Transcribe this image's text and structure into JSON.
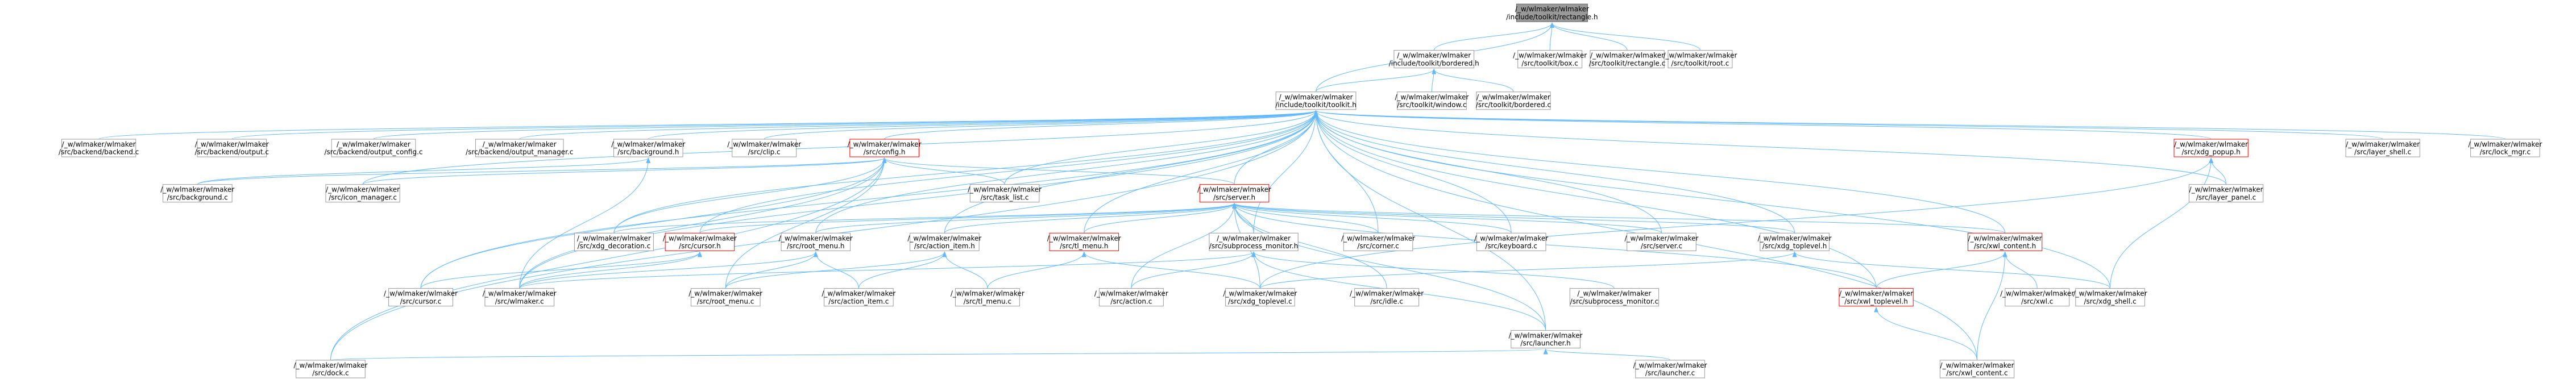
{
  "nodes": [
    {
      "id": "rectangle_h",
      "lines": [
        "/_w/wlmaker/wlmaker",
        "/include/toolkit/rectangle.h"
      ],
      "style": "root"
    },
    {
      "id": "bordered_h",
      "lines": [
        "/_w/wlmaker/wlmaker",
        "/include/toolkit/bordered.h"
      ],
      "style": "normal"
    },
    {
      "id": "box_c",
      "lines": [
        "/_w/wlmaker/wlmaker",
        "/src/toolkit/box.c"
      ],
      "style": "normal"
    },
    {
      "id": "rectangle_c",
      "lines": [
        "/_w/wlmaker/wlmaker",
        "/src/toolkit/rectangle.c"
      ],
      "style": "normal"
    },
    {
      "id": "root_c",
      "lines": [
        "/_w/wlmaker/wlmaker",
        "/src/toolkit/root.c"
      ],
      "style": "normal"
    },
    {
      "id": "toolkit_h",
      "lines": [
        "/_w/wlmaker/wlmaker",
        "/include/toolkit/toolkit.h"
      ],
      "style": "normal"
    },
    {
      "id": "window_c",
      "lines": [
        "/_w/wlmaker/wlmaker",
        "/src/toolkit/window.c"
      ],
      "style": "normal"
    },
    {
      "id": "bordered_c",
      "lines": [
        "/_w/wlmaker/wlmaker",
        "/src/toolkit/bordered.c"
      ],
      "style": "normal"
    },
    {
      "id": "backend_c",
      "lines": [
        "/_w/wlmaker/wlmaker",
        "/src/backend/backend.c"
      ],
      "style": "normal"
    },
    {
      "id": "output_c",
      "lines": [
        "/_w/wlmaker/wlmaker",
        "/src/backend/output.c"
      ],
      "style": "normal"
    },
    {
      "id": "output_config_c",
      "lines": [
        "/_w/wlmaker/wlmaker",
        "/src/backend/output_config.c"
      ],
      "style": "normal"
    },
    {
      "id": "output_manager_c",
      "lines": [
        "/_w/wlmaker/wlmaker",
        "/src/backend/output_manager.c"
      ],
      "style": "normal"
    },
    {
      "id": "background_h",
      "lines": [
        "/_w/wlmaker/wlmaker",
        "/src/background.h"
      ],
      "style": "normal"
    },
    {
      "id": "clip_c",
      "lines": [
        "/_w/wlmaker/wlmaker",
        "/src/clip.c"
      ],
      "style": "normal"
    },
    {
      "id": "config_h",
      "lines": [
        "/_w/wlmaker/wlmaker",
        "/src/config.h"
      ],
      "style": "red"
    },
    {
      "id": "xdg_popup_h",
      "lines": [
        "/_w/wlmaker/wlmaker",
        "/src/xdg_popup.h"
      ],
      "style": "red"
    },
    {
      "id": "layer_shell_c",
      "lines": [
        "/_w/wlmaker/wlmaker",
        "/src/layer_shell.c"
      ],
      "style": "normal"
    },
    {
      "id": "lock_mgr_c",
      "lines": [
        "/_w/wlmaker/wlmaker",
        "/src/lock_mgr.c"
      ],
      "style": "normal"
    },
    {
      "id": "background_c",
      "lines": [
        "/_w/wlmaker/wlmaker",
        "/src/background.c"
      ],
      "style": "normal"
    },
    {
      "id": "icon_manager_c",
      "lines": [
        "/_w/wlmaker/wlmaker",
        "/src/icon_manager.c"
      ],
      "style": "normal"
    },
    {
      "id": "task_list_c",
      "lines": [
        "/_w/wlmaker/wlmaker",
        "/src/task_list.c"
      ],
      "style": "normal"
    },
    {
      "id": "server_h",
      "lines": [
        "/_w/wlmaker/wlmaker",
        "/src/server.h"
      ],
      "style": "red"
    },
    {
      "id": "layer_panel_c",
      "lines": [
        "/_w/wlmaker/wlmaker",
        "/src/layer_panel.c"
      ],
      "style": "normal"
    },
    {
      "id": "xdg_decoration_c",
      "lines": [
        "/_w/wlmaker/wlmaker",
        "/src/xdg_decoration.c"
      ],
      "style": "normal"
    },
    {
      "id": "cursor_h",
      "lines": [
        "/_w/wlmaker/wlmaker",
        "/src/cursor.h"
      ],
      "style": "red"
    },
    {
      "id": "root_menu_h",
      "lines": [
        "/_w/wlmaker/wlmaker",
        "/src/root_menu.h"
      ],
      "style": "normal"
    },
    {
      "id": "action_item_h",
      "lines": [
        "/_w/wlmaker/wlmaker",
        "/src/action_item.h"
      ],
      "style": "normal"
    },
    {
      "id": "tl_menu_h",
      "lines": [
        "/_w/wlmaker/wlmaker",
        "/src/tl_menu.h"
      ],
      "style": "red"
    },
    {
      "id": "subprocess_monitor_h",
      "lines": [
        "/_w/wlmaker/wlmaker",
        "/src/subprocess_monitor.h"
      ],
      "style": "normal"
    },
    {
      "id": "corner_c",
      "lines": [
        "/_w/wlmaker/wlmaker",
        "/src/corner.c"
      ],
      "style": "normal"
    },
    {
      "id": "keyboard_c",
      "lines": [
        "/_w/wlmaker/wlmaker",
        "/src/keyboard.c"
      ],
      "style": "normal"
    },
    {
      "id": "server_c",
      "lines": [
        "/_w/wlmaker/wlmaker",
        "/src/server.c"
      ],
      "style": "normal"
    },
    {
      "id": "xdg_toplevel_h",
      "lines": [
        "/_w/wlmaker/wlmaker",
        "/src/xdg_toplevel.h"
      ],
      "style": "normal"
    },
    {
      "id": "xwl_content_h",
      "lines": [
        "/_w/wlmaker/wlmaker",
        "/src/xwl_content.h"
      ],
      "style": "red"
    },
    {
      "id": "cursor_c",
      "lines": [
        "/_w/wlmaker/wlmaker",
        "/src/cursor.c"
      ],
      "style": "normal"
    },
    {
      "id": "wlmaker_c",
      "lines": [
        "/_w/wlmaker/wlmaker",
        "/src/wlmaker.c"
      ],
      "style": "normal"
    },
    {
      "id": "root_menu_c",
      "lines": [
        "/_w/wlmaker/wlmaker",
        "/src/root_menu.c"
      ],
      "style": "normal"
    },
    {
      "id": "action_item_c",
      "lines": [
        "/_w/wlmaker/wlmaker",
        "/src/action_item.c"
      ],
      "style": "normal"
    },
    {
      "id": "tl_menu_c",
      "lines": [
        "/_w/wlmaker/wlmaker",
        "/src/tl_menu.c"
      ],
      "style": "normal"
    },
    {
      "id": "action_c",
      "lines": [
        "/_w/wlmaker/wlmaker",
        "/src/action.c"
      ],
      "style": "normal"
    },
    {
      "id": "xdg_toplevel_c",
      "lines": [
        "/_w/wlmaker/wlmaker",
        "/src/xdg_toplevel.c"
      ],
      "style": "normal"
    },
    {
      "id": "idle_c",
      "lines": [
        "/_w/wlmaker/wlmaker",
        "/src/idle.c"
      ],
      "style": "normal"
    },
    {
      "id": "subprocess_monitor_c",
      "lines": [
        "/_w/wlmaker/wlmaker",
        "/src/subprocess_monitor.c"
      ],
      "style": "normal"
    },
    {
      "id": "xwl_toplevel_h",
      "lines": [
        "/_w/wlmaker/wlmaker",
        "/src/xwl_toplevel.h"
      ],
      "style": "red"
    },
    {
      "id": "xwl_c",
      "lines": [
        "/_w/wlmaker/wlmaker",
        "/src/xwl.c"
      ],
      "style": "normal"
    },
    {
      "id": "xdg_shell_c",
      "lines": [
        "/_w/wlmaker/wlmaker",
        "/src/xdg_shell.c"
      ],
      "style": "normal"
    },
    {
      "id": "launcher_h",
      "lines": [
        "/_w/wlmaker/wlmaker",
        "/src/launcher.h"
      ],
      "style": "normal"
    },
    {
      "id": "dock_c",
      "lines": [
        "/_w/wlmaker/wlmaker",
        "/src/dock.c"
      ],
      "style": "normal"
    },
    {
      "id": "launcher_c",
      "lines": [
        "/_w/wlmaker/wlmaker",
        "/src/launcher.c"
      ],
      "style": "normal"
    },
    {
      "id": "xwl_content_c",
      "lines": [
        "/_w/wlmaker/wlmaker",
        "/src/xwl_content.c"
      ],
      "style": "normal"
    }
  ],
  "edges": [
    [
      "bordered_h",
      "rectangle_h"
    ],
    [
      "box_c",
      "rectangle_h"
    ],
    [
      "rectangle_c",
      "rectangle_h"
    ],
    [
      "root_c",
      "rectangle_h"
    ],
    [
      "toolkit_h",
      "rectangle_h"
    ],
    [
      "toolkit_h",
      "bordered_h"
    ],
    [
      "window_c",
      "bordered_h"
    ],
    [
      "bordered_c",
      "bordered_h"
    ],
    [
      "backend_c",
      "toolkit_h"
    ],
    [
      "output_c",
      "toolkit_h"
    ],
    [
      "output_config_c",
      "toolkit_h"
    ],
    [
      "output_manager_c",
      "toolkit_h"
    ],
    [
      "background_h",
      "toolkit_h"
    ],
    [
      "clip_c",
      "toolkit_h"
    ],
    [
      "config_h",
      "toolkit_h"
    ],
    [
      "xdg_popup_h",
      "toolkit_h"
    ],
    [
      "layer_shell_c",
      "toolkit_h"
    ],
    [
      "lock_mgr_c",
      "toolkit_h"
    ],
    [
      "server_h",
      "toolkit_h"
    ],
    [
      "task_list_c",
      "toolkit_h"
    ],
    [
      "icon_manager_c",
      "toolkit_h"
    ],
    [
      "xdg_decoration_c",
      "toolkit_h"
    ],
    [
      "cursor_h",
      "toolkit_h"
    ],
    [
      "root_menu_h",
      "toolkit_h"
    ],
    [
      "action_item_h",
      "toolkit_h"
    ],
    [
      "tl_menu_h",
      "toolkit_h"
    ],
    [
      "subprocess_monitor_h",
      "toolkit_h"
    ],
    [
      "corner_c",
      "toolkit_h"
    ],
    [
      "keyboard_c",
      "toolkit_h"
    ],
    [
      "server_c",
      "toolkit_h"
    ],
    [
      "xdg_toplevel_h",
      "toolkit_h"
    ],
    [
      "xwl_content_h",
      "toolkit_h"
    ],
    [
      "xwl_toplevel_h",
      "toolkit_h"
    ],
    [
      "xdg_shell_c",
      "toolkit_h"
    ],
    [
      "launcher_h",
      "toolkit_h"
    ],
    [
      "dock_c",
      "toolkit_h"
    ],
    [
      "xwl_content_c",
      "toolkit_h"
    ],
    [
      "layer_panel_c",
      "toolkit_h"
    ],
    [
      "cursor_c",
      "toolkit_h"
    ],
    [
      "wlmaker_c",
      "toolkit_h"
    ],
    [
      "background_c",
      "background_h"
    ],
    [
      "wlmaker_c",
      "background_h"
    ],
    [
      "icon_manager_c",
      "config_h"
    ],
    [
      "task_list_c",
      "config_h"
    ],
    [
      "server_h",
      "config_h"
    ],
    [
      "background_c",
      "config_h"
    ],
    [
      "cursor_c",
      "config_h"
    ],
    [
      "wlmaker_c",
      "config_h"
    ],
    [
      "root_menu_c",
      "config_h"
    ],
    [
      "dock_c",
      "config_h"
    ],
    [
      "xdg_decoration_c",
      "config_h"
    ],
    [
      "layer_panel_c",
      "xdg_popup_h"
    ],
    [
      "xdg_shell_c",
      "xdg_popup_h"
    ],
    [
      "xdg_toplevel_c",
      "xdg_popup_h"
    ],
    [
      "xdg_decoration_c",
      "server_h"
    ],
    [
      "cursor_h",
      "server_h"
    ],
    [
      "root_menu_h",
      "server_h"
    ],
    [
      "action_item_h",
      "server_h"
    ],
    [
      "tl_menu_h",
      "server_h"
    ],
    [
      "subprocess_monitor_h",
      "server_h"
    ],
    [
      "corner_c",
      "server_h"
    ],
    [
      "keyboard_c",
      "server_h"
    ],
    [
      "server_c",
      "server_h"
    ],
    [
      "xdg_toplevel_h",
      "server_h"
    ],
    [
      "xwl_content_h",
      "server_h"
    ],
    [
      "action_c",
      "server_h"
    ],
    [
      "xdg_toplevel_c",
      "server_h"
    ],
    [
      "idle_c",
      "server_h"
    ],
    [
      "launcher_h",
      "server_h"
    ],
    [
      "xwl_toplevel_h",
      "server_h"
    ],
    [
      "cursor_c",
      "cursor_h"
    ],
    [
      "wlmaker_c",
      "cursor_h"
    ],
    [
      "wlmaker_c",
      "root_menu_h"
    ],
    [
      "root_menu_c",
      "root_menu_h"
    ],
    [
      "action_item_c",
      "root_menu_h"
    ],
    [
      "root_menu_c",
      "action_item_h"
    ],
    [
      "action_item_c",
      "action_item_h"
    ],
    [
      "tl_menu_c",
      "action_item_h"
    ],
    [
      "tl_menu_c",
      "tl_menu_h"
    ],
    [
      "xdg_toplevel_c",
      "tl_menu_h"
    ],
    [
      "wlmaker_c",
      "subprocess_monitor_h"
    ],
    [
      "action_c",
      "subprocess_monitor_h"
    ],
    [
      "subprocess_monitor_c",
      "subprocess_monitor_h"
    ],
    [
      "launcher_h",
      "subprocess_monitor_h"
    ],
    [
      "xdg_toplevel_c",
      "xdg_toplevel_h"
    ],
    [
      "xdg_shell_c",
      "xdg_toplevel_h"
    ],
    [
      "xwl_toplevel_h",
      "xwl_content_h"
    ],
    [
      "xwl_c",
      "xwl_content_h"
    ],
    [
      "xwl_content_c",
      "xwl_content_h"
    ],
    [
      "xwl_content_c",
      "xwl_toplevel_h"
    ],
    [
      "dock_c",
      "launcher_h"
    ],
    [
      "launcher_c",
      "launcher_h"
    ]
  ]
}
